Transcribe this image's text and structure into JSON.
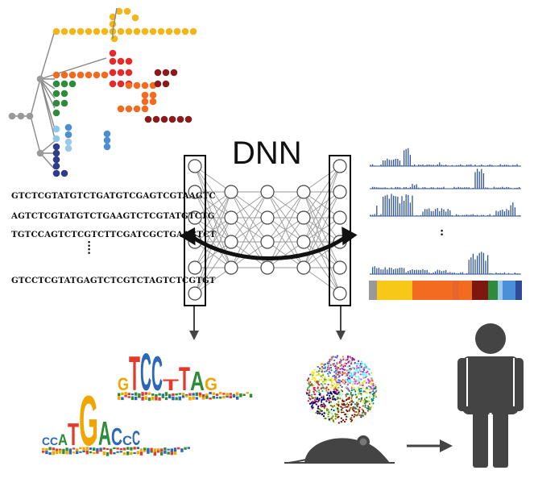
{
  "title": "DNN",
  "sequences": [
    "GTCTCGTATGTCTGATGTCGAGTCGTAAGTC",
    "AGTCTCGTATGTCTGAAGTCTCGTATGTCTG",
    "TGTCCAGTCTCGTCTTCGATCGCTGAAGTCT",
    "GTCCTCGTATGAGTCTCGTCTAGTCTCGTGT"
  ],
  "ellipsis": ":",
  "motifs": [
    {
      "letters": [
        {
          "c": "G",
          "color": "#f0a500"
        },
        {
          "c": "T",
          "color": "#e23b2a"
        },
        {
          "c": "C",
          "color": "#2d67b8"
        },
        {
          "c": "C",
          "color": "#2d67b8"
        },
        {
          "c": "T",
          "color": "#e23b2a"
        },
        {
          "c": "T",
          "color": "#e23b2a"
        },
        {
          "c": "A",
          "color": "#2e8b3a"
        },
        {
          "c": "G",
          "color": "#f0a500"
        }
      ]
    },
    {
      "letters": [
        {
          "c": "C",
          "color": "#2d67b8"
        },
        {
          "c": "C",
          "color": "#2d67b8"
        },
        {
          "c": "A",
          "color": "#2e8b3a"
        },
        {
          "c": "T",
          "color": "#e23b2a"
        },
        {
          "c": "G",
          "color": "#f0a500"
        },
        {
          "c": "A",
          "color": "#2e8b3a"
        },
        {
          "c": "C",
          "color": "#2d67b8"
        },
        {
          "c": "C",
          "color": "#2d67b8"
        },
        {
          "c": "C",
          "color": "#2d67b8"
        }
      ]
    }
  ],
  "colors": {
    "ink": "#111111",
    "gray": "#444444",
    "edge": "#9a9a9a",
    "bars": "#2f5597",
    "cluster_palette": [
      "#e6194b",
      "#3cb44b",
      "#ffe119",
      "#4363d8",
      "#f58231",
      "#911eb4",
      "#46f0f0",
      "#f032e6",
      "#bcf60c",
      "#008080",
      "#9a6324",
      "#800000",
      "#aaffc3",
      "#808000",
      "#000075"
    ],
    "strip": [
      "#999999",
      "#f7c817",
      "#f7c817",
      "#f26b21",
      "#f26b21",
      "#e8662b",
      "#f26b21",
      "#7d1710",
      "#2f8a3e",
      "#9cc8ea",
      "#4a90d9",
      "#2e4a9a"
    ]
  }
}
